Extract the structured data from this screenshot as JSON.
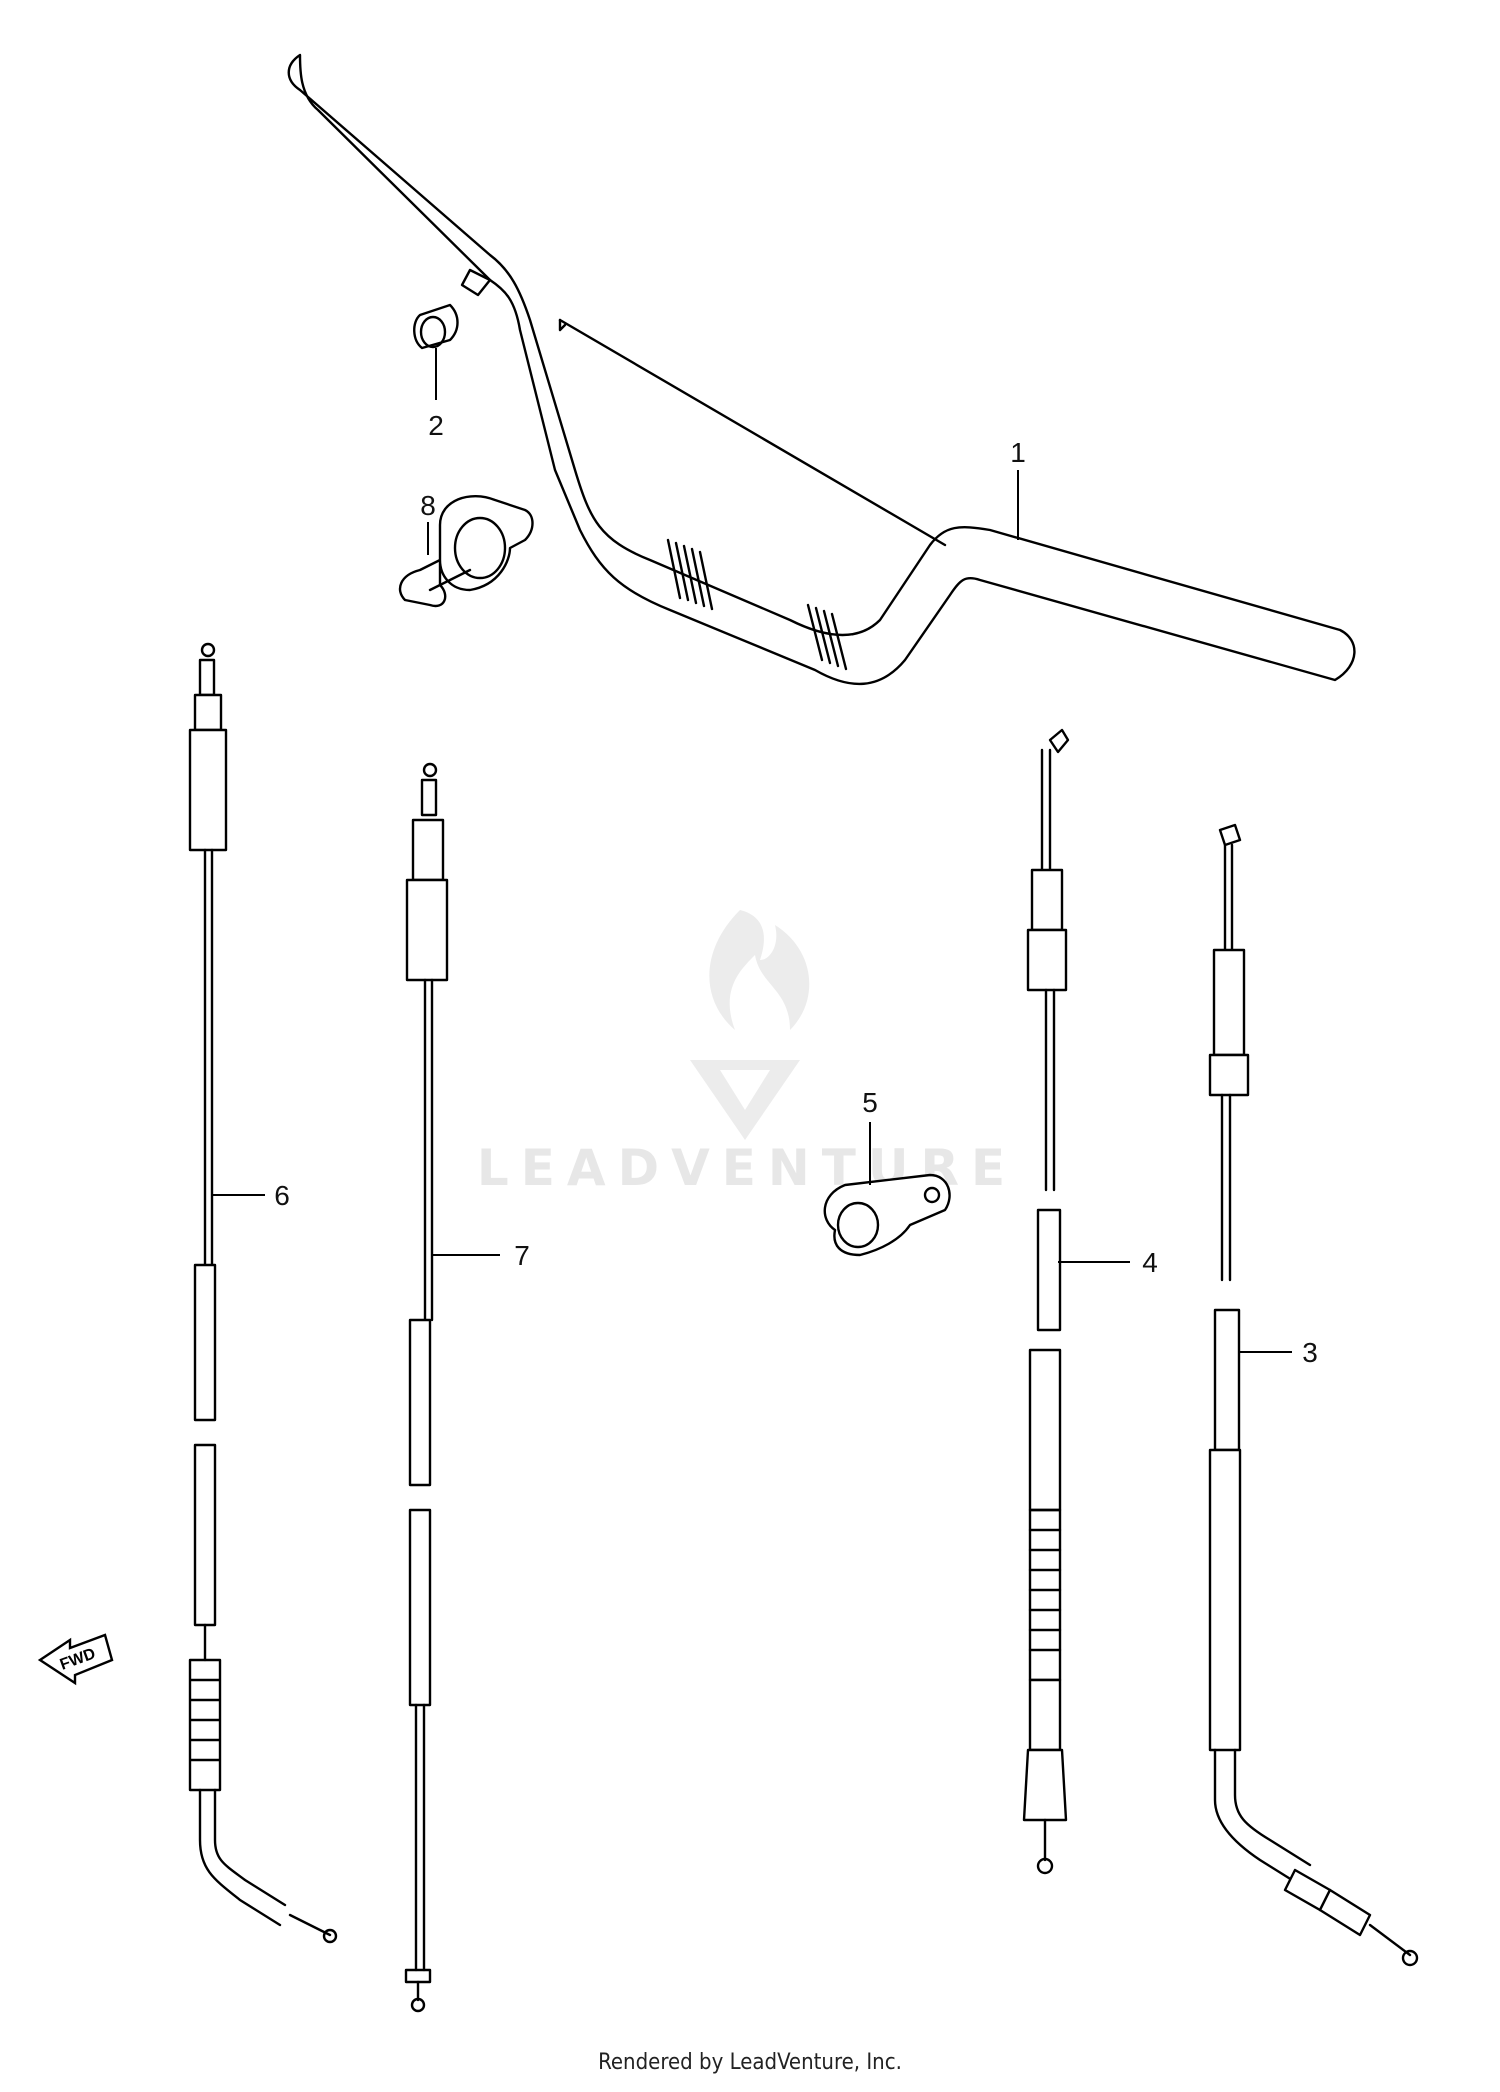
{
  "callouts": [
    {
      "id": "1",
      "label": "1"
    },
    {
      "id": "2",
      "label": "2"
    },
    {
      "id": "3",
      "label": "3"
    },
    {
      "id": "4",
      "label": "4"
    },
    {
      "id": "5",
      "label": "5"
    },
    {
      "id": "6",
      "label": "6"
    },
    {
      "id": "7",
      "label": "7"
    },
    {
      "id": "8",
      "label": "8"
    }
  ],
  "watermark": {
    "text": "LEADVENTURE"
  },
  "fwd_arrow": {
    "text": "FWD"
  },
  "footer": {
    "text": "Rendered by LeadVenture, Inc."
  }
}
